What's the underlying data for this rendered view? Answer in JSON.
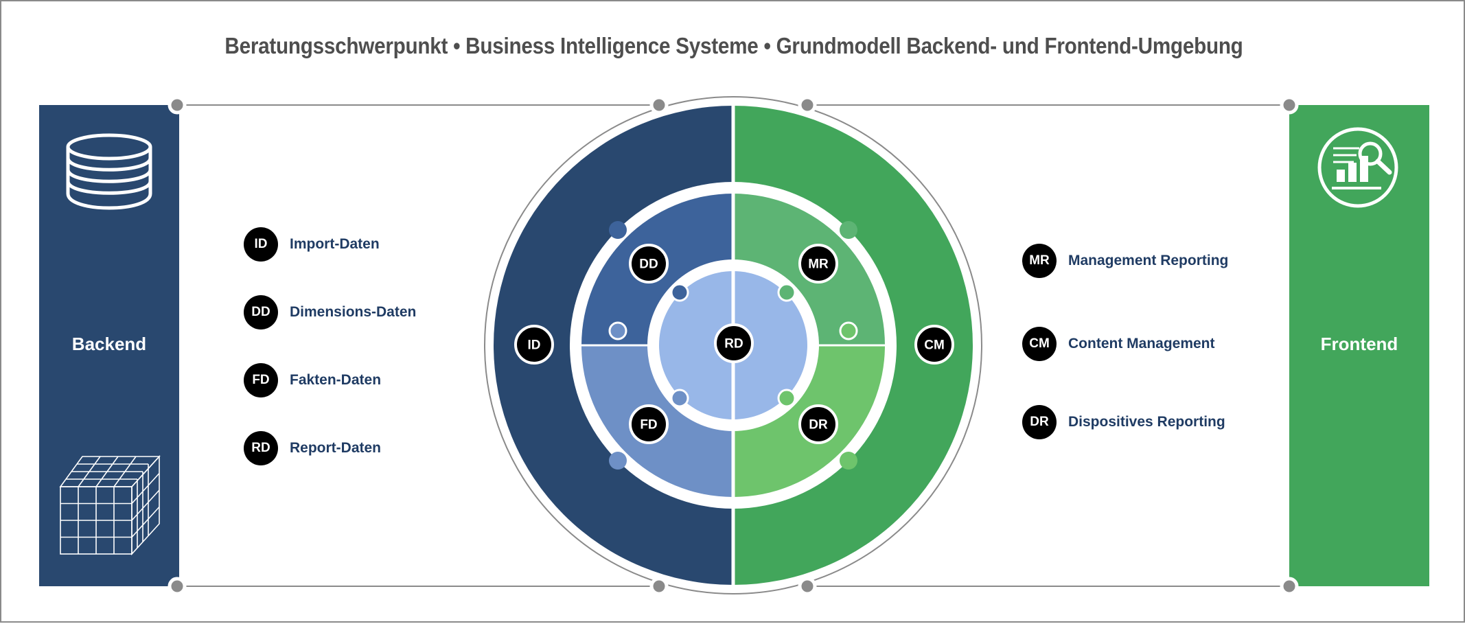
{
  "title": "Beratungsschwerpunkt • Business Intelligence Systeme • Grundmodell Backend- und Frontend-Umgebung",
  "backend": {
    "label": "Backend",
    "icons": [
      "database-icon",
      "data-cube-icon"
    ]
  },
  "frontend": {
    "label": "Frontend",
    "icons": [
      "report-analysis-icon"
    ]
  },
  "backend_legend": [
    {
      "code": "ID",
      "label": "Import-Daten"
    },
    {
      "code": "DD",
      "label": "Dimensions-Daten"
    },
    {
      "code": "FD",
      "label": "Fakten-Daten"
    },
    {
      "code": "RD",
      "label": "Report-Daten"
    }
  ],
  "frontend_legend": [
    {
      "code": "MR",
      "label": "Management Reporting"
    },
    {
      "code": "CM",
      "label": "Content Management"
    },
    {
      "code": "DR",
      "label": "Dispositives Reporting"
    }
  ],
  "wheel": {
    "outer_left": "ID",
    "outer_right": "CM",
    "middle_top_left": "DD",
    "middle_bottom_left": "FD",
    "middle_top_right": "MR",
    "middle_bottom_right": "DR",
    "center": "RD"
  },
  "colors": {
    "backend_dark": "#29486f",
    "backend_mid": "#3d639b",
    "backend_light": "#6e90c6",
    "center": "#98b7e8",
    "frontend_dark": "#42a65b",
    "frontend_mid": "#5db474",
    "frontend_light": "#6ec46c",
    "title": "#4e4e4e",
    "legend_text": "#1f3b63"
  }
}
